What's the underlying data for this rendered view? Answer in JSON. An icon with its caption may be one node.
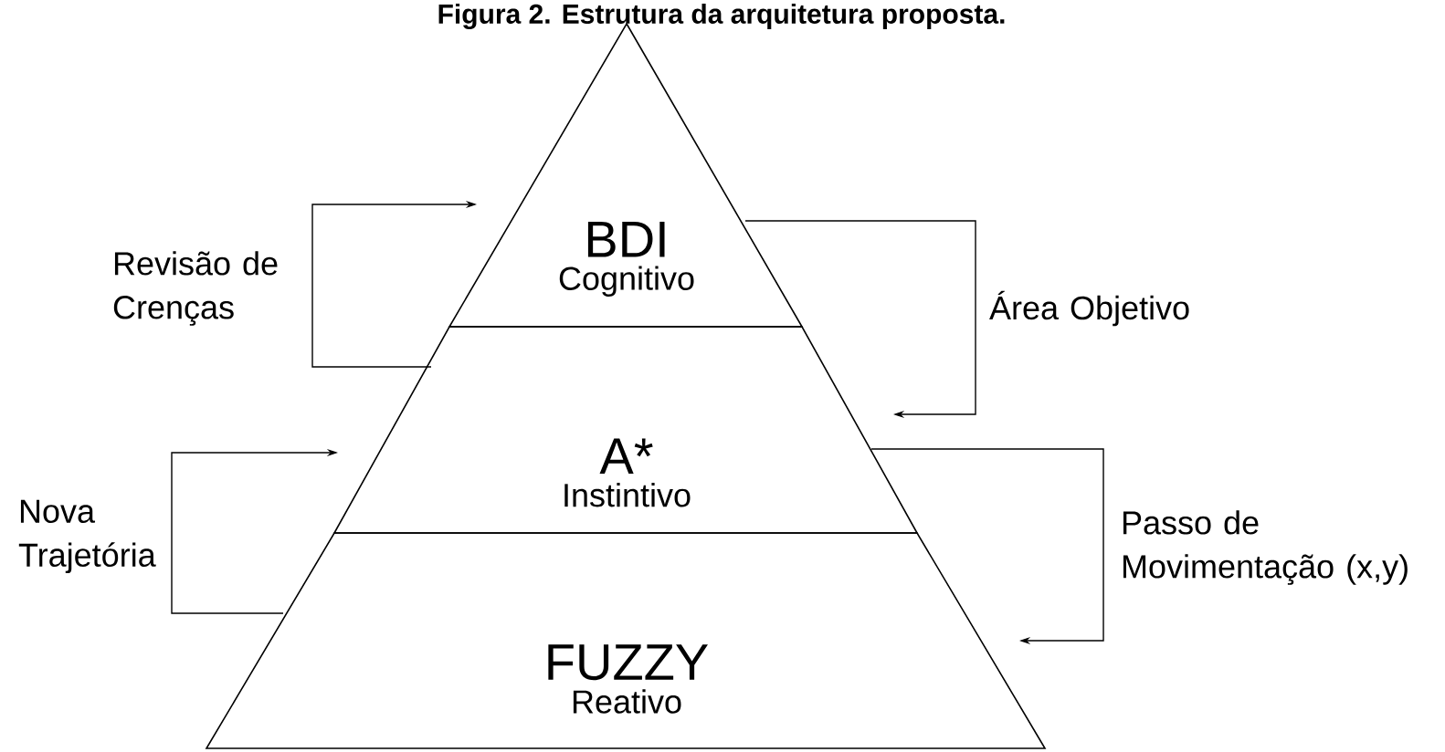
{
  "diagram": {
    "title": "Figura 2. Estrutura da arquitetura proposta.",
    "nodes": [
      {
        "text": [
          "BDI",
          "Cognitivo"
        ]
      },
      {
        "text": [
          "A*",
          "Instintivo"
        ]
      },
      {
        "text": [
          "FUZZY",
          "Reativo"
        ]
      }
    ],
    "edges": [
      {
        "from": 1,
        "to": 0,
        "arrow": "to",
        "label": "Revisão de Crenças"
      },
      {
        "from": 0,
        "to": 1,
        "arrow": "to",
        "label": "Área Objetivo"
      },
      {
        "from": 2,
        "to": 1,
        "arrow": "to",
        "label": "Nova Trajetória"
      },
      {
        "from": 1,
        "to": 2,
        "arrow": "to",
        "label": "Passo de Movimentação (x,y)"
      }
    ]
  }
}
